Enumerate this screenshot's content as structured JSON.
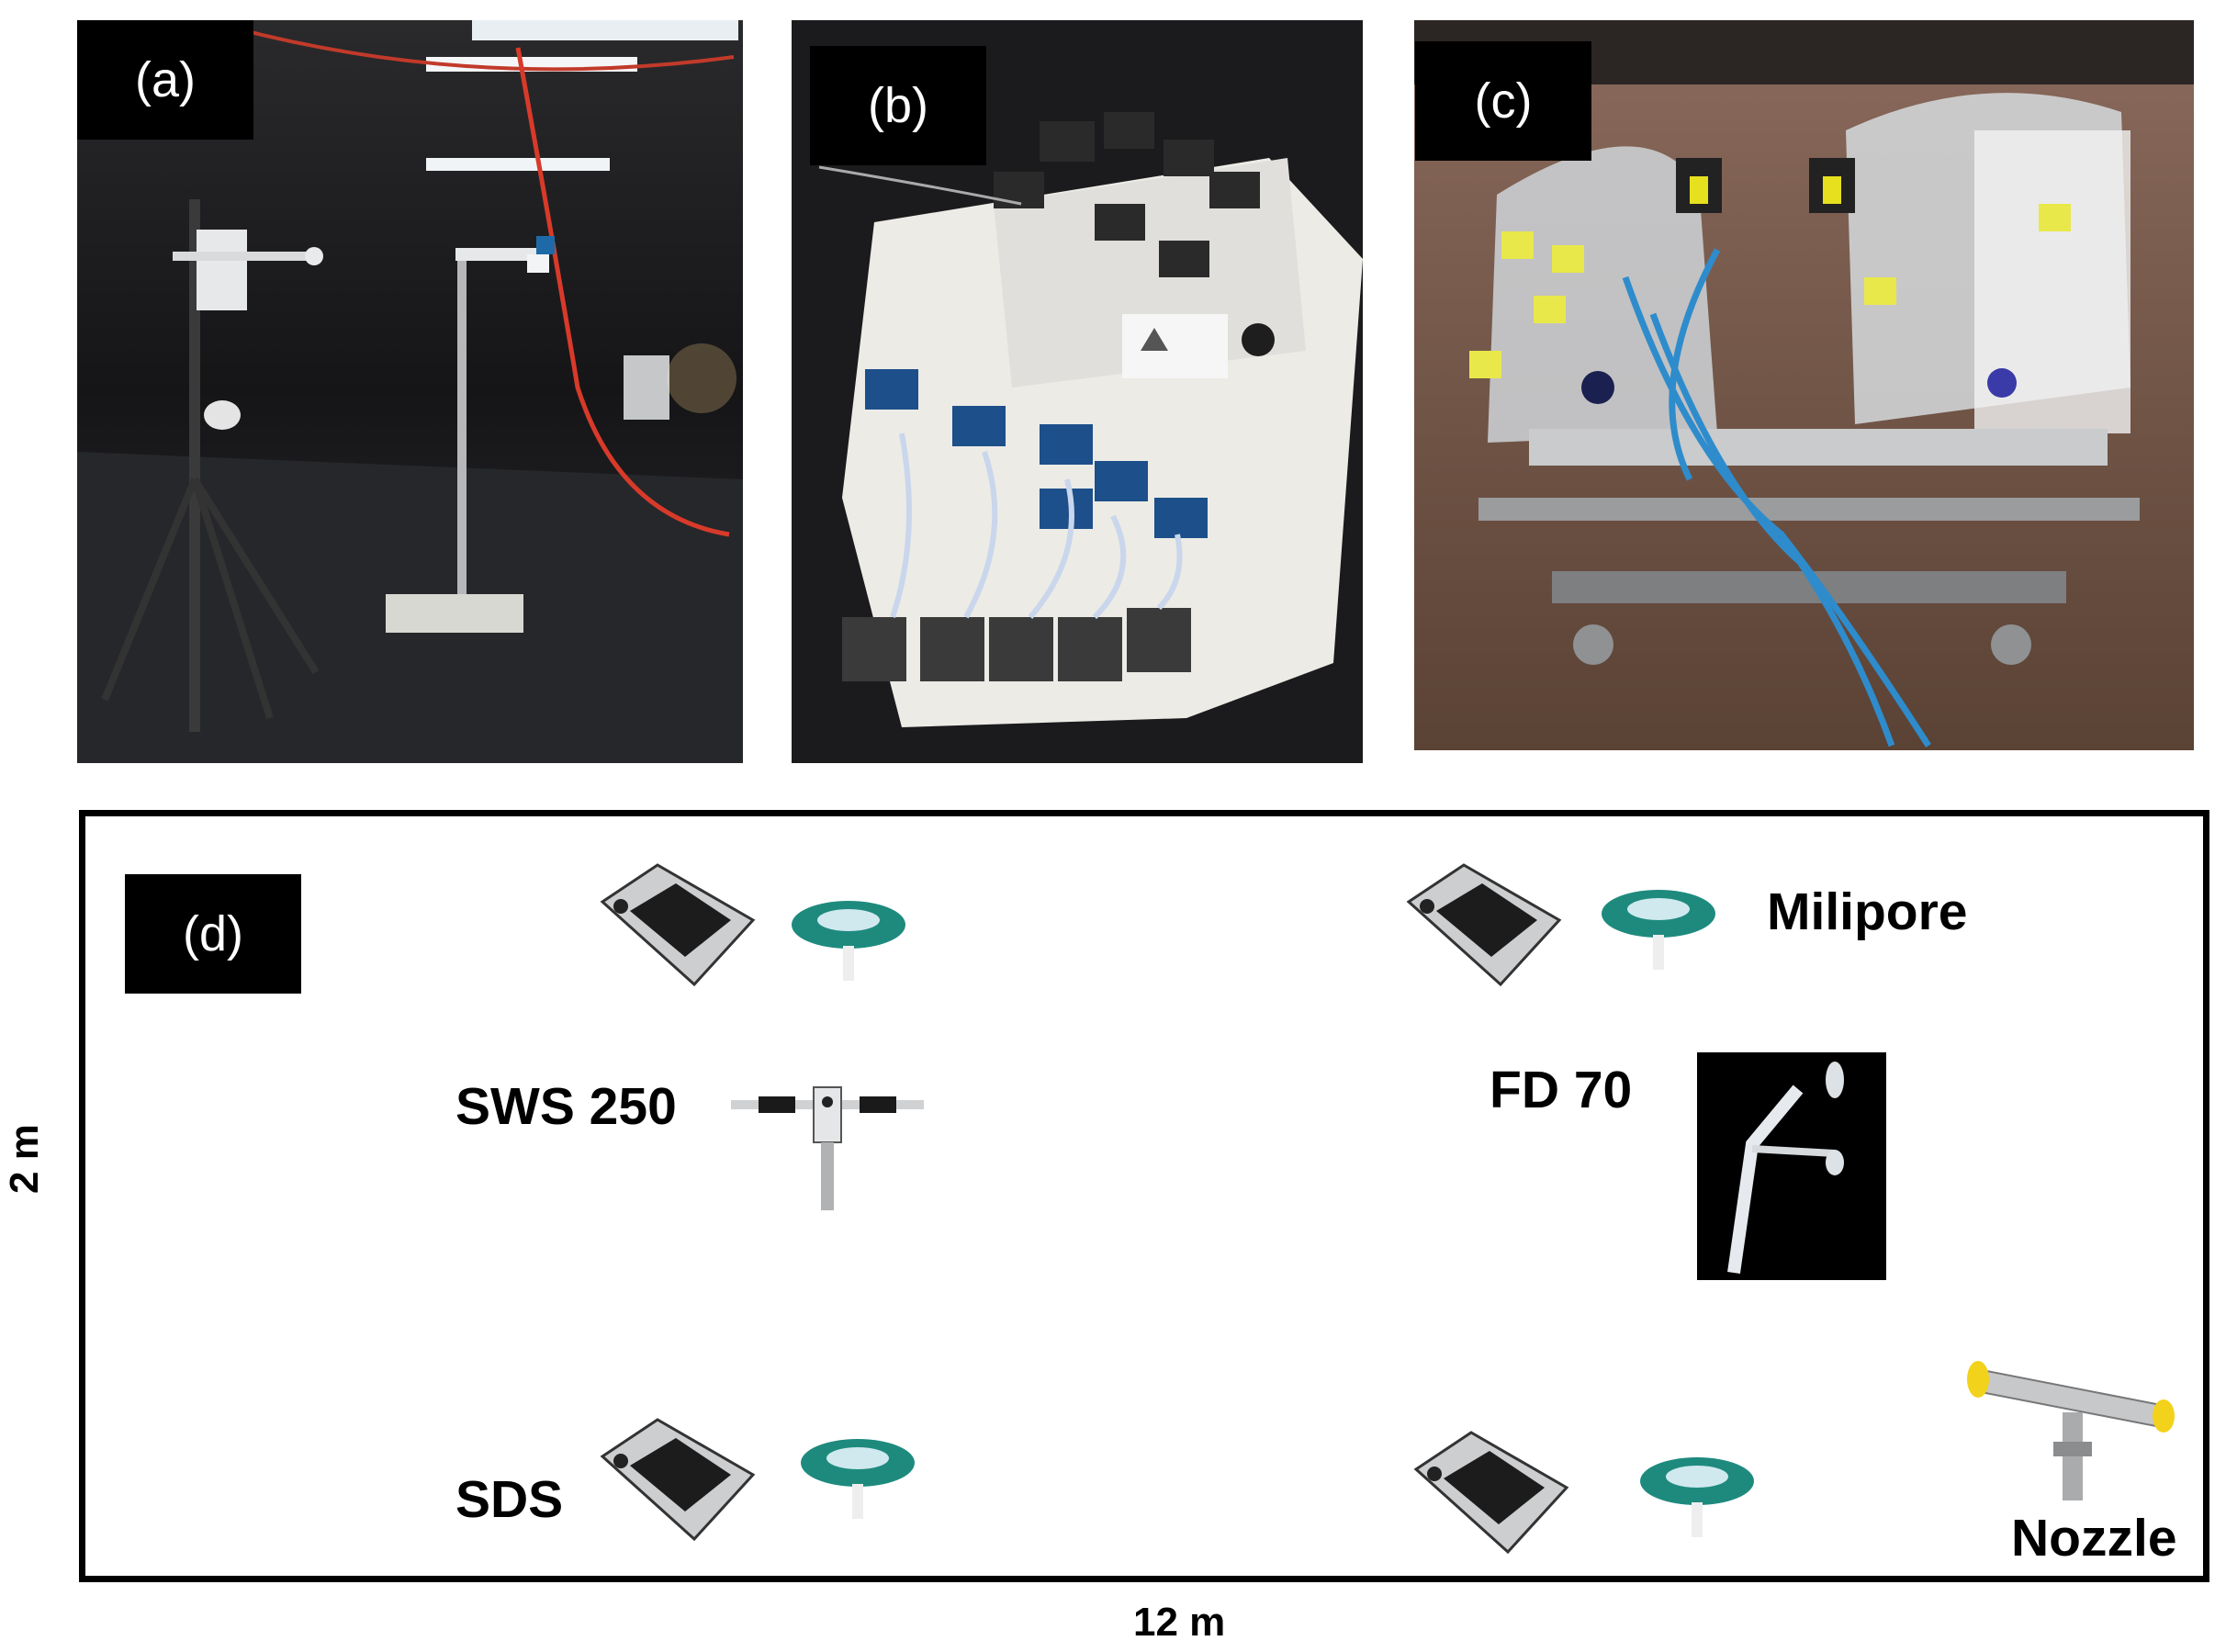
{
  "panels": {
    "a": {
      "tag": "(a)",
      "icon": "wind-tunnel-photo"
    },
    "b": {
      "tag": "(b)",
      "icon": "sensor-bench-photo"
    },
    "c": {
      "tag": "(c)",
      "icon": "spray-chamber-photo"
    },
    "d": {
      "tag": "(d)",
      "icon": "layout-schematic"
    }
  },
  "layout": {
    "labels": {
      "milipore": "Milipore",
      "sws250": "SWS 250",
      "fd70": "FD 70",
      "sds": "SDS",
      "nozzle": "Nozzle"
    },
    "dimensions": {
      "width": "12 m",
      "height": "2 m"
    }
  },
  "colors": {
    "tag_bg": "#000000",
    "tag_text": "#ffffff",
    "filter_teal": "#1e8a7e",
    "nozzle_yellow": "#f2d21a"
  }
}
